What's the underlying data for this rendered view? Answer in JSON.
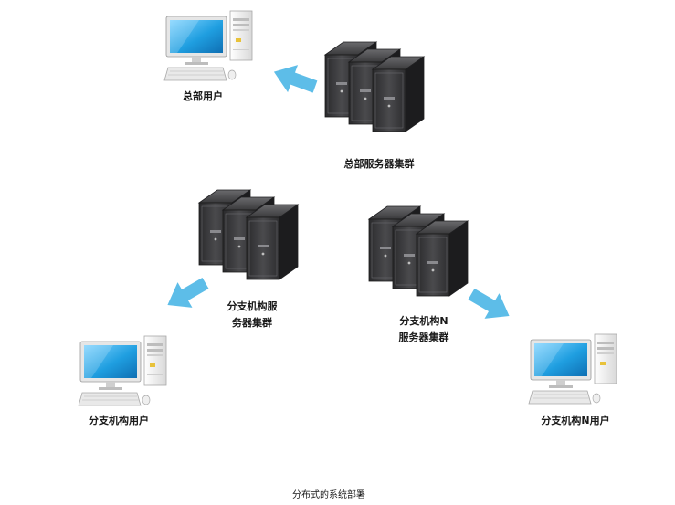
{
  "nodes": {
    "hq_user": {
      "label": "总部用户"
    },
    "hq_cluster": {
      "label": "总部服务器集群"
    },
    "branch_cluster": {
      "line1": "分支机构服",
      "line2": "务器集群"
    },
    "branchn_cluster": {
      "line1": "分支机构N",
      "line2": "服务器集群"
    },
    "branch_user": {
      "label": "分支机构用户"
    },
    "branchn_user": {
      "label": "分支机构N用户"
    }
  },
  "caption": "分布式的系统部署",
  "colors": {
    "arrow": "#5dbde8",
    "server_body": "#3a3a3c",
    "monitor_screen": "#1f9ee0"
  }
}
